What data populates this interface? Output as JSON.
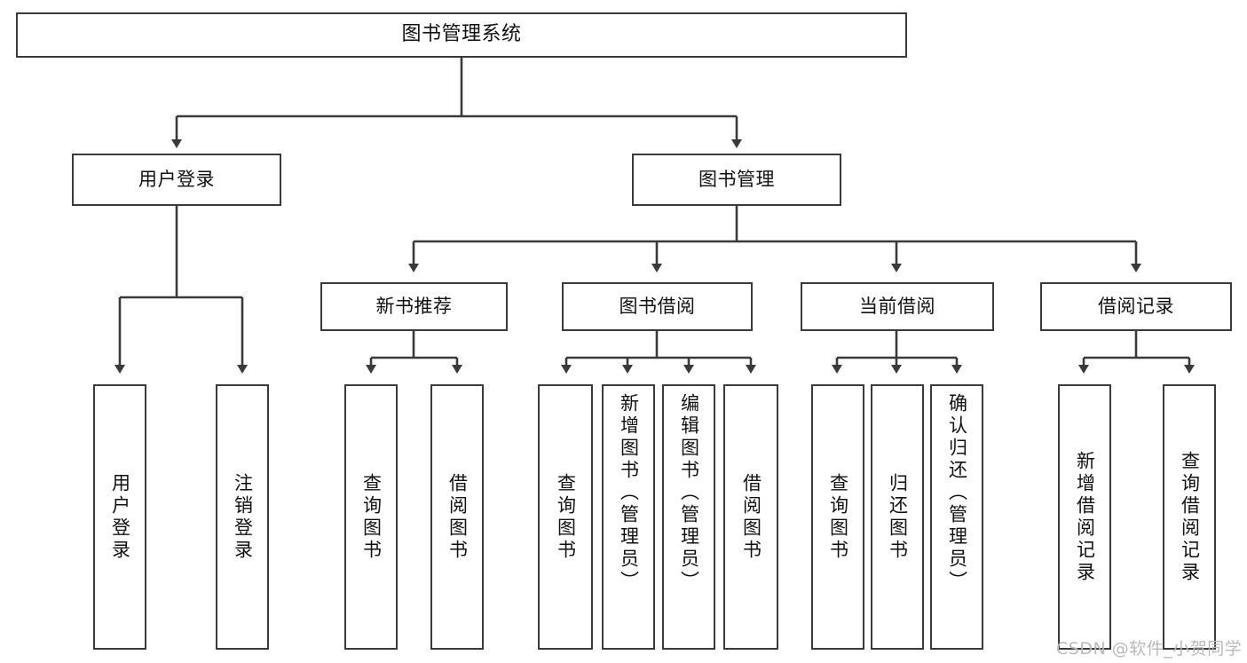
{
  "diagram": {
    "title": "图书管理系统",
    "type": "tree",
    "root": {
      "label": "图书管理系统"
    },
    "level2": [
      {
        "label": "用户登录"
      },
      {
        "label": "图书管理"
      }
    ],
    "level3": [
      {
        "label": "新书推荐"
      },
      {
        "label": "图书借阅"
      },
      {
        "label": "当前借阅"
      },
      {
        "label": "借阅记录"
      }
    ],
    "leaves": {
      "user_login": [
        {
          "label": "用户登录"
        },
        {
          "label": "注销登录"
        }
      ],
      "new_book_recommend": [
        {
          "label": "查询图书"
        },
        {
          "label": "借阅图书"
        }
      ],
      "book_borrow": [
        {
          "label": "查询图书"
        },
        {
          "label": "新增图书（管理员）"
        },
        {
          "label": "编辑图书（管理员）"
        },
        {
          "label": "借阅图书"
        }
      ],
      "current_borrow": [
        {
          "label": "查询图书"
        },
        {
          "label": "归还图书"
        },
        {
          "label": "确认归还（管理员）"
        }
      ],
      "borrow_record": [
        {
          "label": "新增借阅记录"
        },
        {
          "label": "查询借阅记录"
        }
      ]
    }
  },
  "watermark": {
    "text": "CSDN @软件_小贺同学"
  },
  "colors": {
    "stroke": "#3a3a3a",
    "background": "#ffffff",
    "text": "#111111",
    "watermark": "#b9b9b9"
  }
}
